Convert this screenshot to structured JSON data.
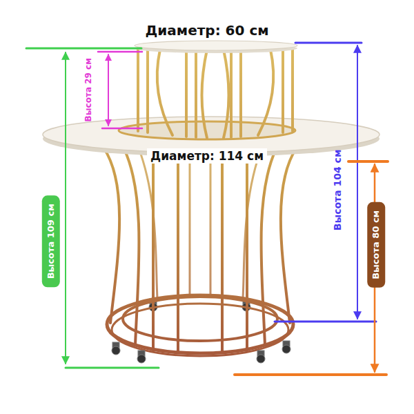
{
  "diagram": {
    "nodes": [
      {
        "text": [
          "Высота 109 см"
        ]
      },
      {
        "text": [
          "Высота 80 см"
        ]
      }
    ],
    "labels": [
      "Диаметр: 60 см",
      "Высота 29 см",
      "Диаметр: 114 см",
      "Высота 104 см"
    ]
  }
}
